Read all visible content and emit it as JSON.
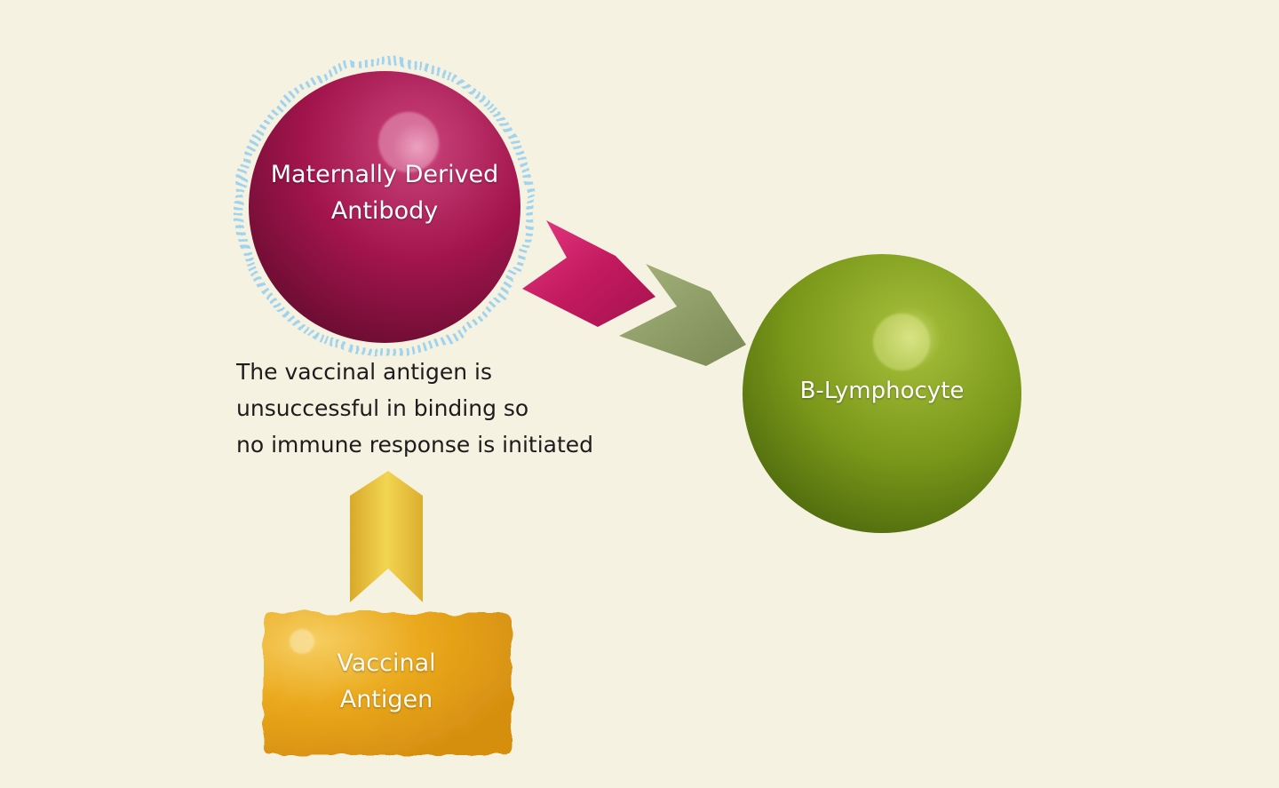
{
  "diagram": {
    "nodes": {
      "antibody": {
        "label_lines": [
          "Maternally Derived",
          "Antibody"
        ],
        "color": "#a0144a"
      },
      "lymphocyte": {
        "label_lines": [
          "B-Lymphocyte"
        ],
        "color": "#7a9a1e"
      },
      "antigen": {
        "label_lines": [
          "Vaccinal",
          "Antigen"
        ],
        "color": "#eca91a"
      }
    },
    "caption_lines": [
      "The vaccinal antigen is",
      "unsuccessful in binding so",
      "no immune response is initiated"
    ],
    "colors": {
      "background": "#f6f2e1",
      "antibody_fringe": "#9fd3ee",
      "arrow_pink": "#c8185e",
      "arrow_olive": "#8e9c6a",
      "arrow_yellow": "#e6c23a"
    }
  }
}
